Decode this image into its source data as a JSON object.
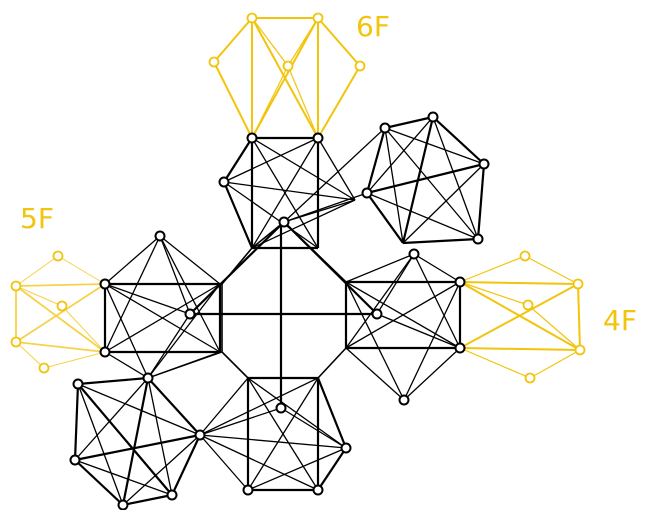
{
  "labels": {
    "label_6f": "6F",
    "label_5f": "5F",
    "label_4f": "4F"
  },
  "colors": {
    "ink": "#000000",
    "highlight": "#f2c40c",
    "highlight_light": "#f6d24a",
    "background": "#ffffff"
  }
}
